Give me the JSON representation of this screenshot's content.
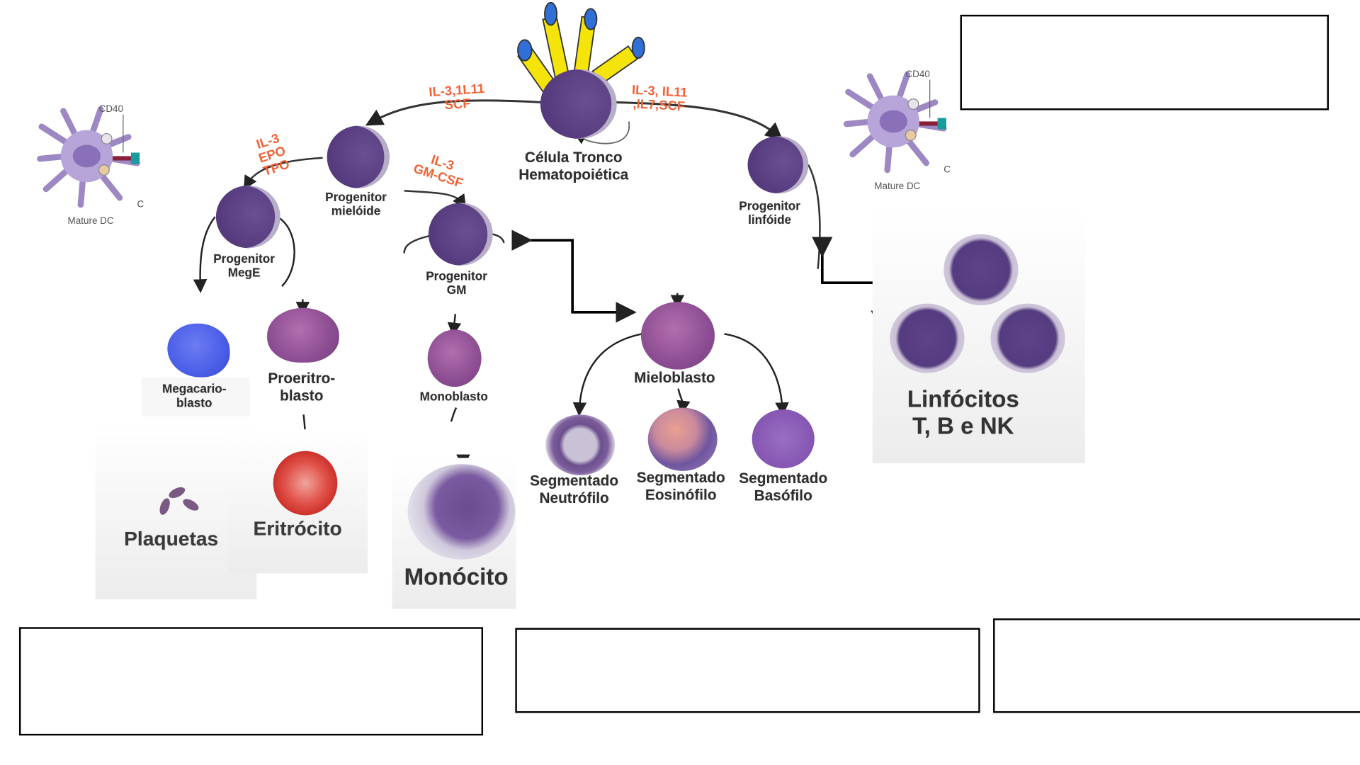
{
  "diagram": {
    "title": "Hematopoiese",
    "stem_cell": {
      "line1": "Célula Tronco",
      "line2": "Hematopoiética"
    },
    "cytokines": {
      "myeloid_path": {
        "line1": "IL-3,1L11",
        "line2": "SCF"
      },
      "lymphoid_path": {
        "line1": "IL-3, IL11",
        "line2": ",IL7,SCF"
      },
      "mege_path": {
        "line1": "IL-3",
        "line2": "EPO",
        "line3": "TPO"
      },
      "gm_path": {
        "line1": "IL-3",
        "line2": "GM-CSF"
      }
    },
    "nodes": {
      "myeloid_progenitor": {
        "line1": "Progenitor",
        "line2": "mielóide"
      },
      "lymphoid_progenitor": {
        "line1": "Progenitor",
        "line2": "linfóide"
      },
      "mege_progenitor": {
        "line1": "Progenitor",
        "line2": "MegE"
      },
      "gm_progenitor": {
        "line1": "Progenitor",
        "line2": "GM"
      },
      "megakaryoblast": {
        "line1": "Megacario-",
        "line2": "blasto"
      },
      "proerythroblast": {
        "line1": "Proeritro-",
        "line2": "blasto"
      },
      "monoblast": {
        "line1": "Monoblasto"
      },
      "myeloblast": {
        "line1": "Mieloblasto"
      },
      "neutrophil": {
        "line1": "Segmentado",
        "line2": "Neutrófilo"
      },
      "eosinophil": {
        "line1": "Segmentado",
        "line2": "Eosinófilo"
      },
      "basophil": {
        "line1": "Segmentado",
        "line2": "Basófilo"
      },
      "platelets": {
        "line1": "Plaquetas"
      },
      "erythrocyte": {
        "line1": "Eritrócito"
      },
      "monocyte": {
        "line1": "Monócito"
      },
      "lymphocytes": {
        "line1": "Linfócitos",
        "line2": "T, B e NK"
      }
    },
    "dendritic_cell_left": {
      "marker": "CD40",
      "caption": "Mature DC",
      "side": "C"
    },
    "dendritic_cell_right": {
      "marker": "CD40",
      "caption": "Mature DC",
      "side": "C"
    },
    "answer_boxes": [
      {
        "id": "box-top-right",
        "text": ""
      },
      {
        "id": "box-bottom-left",
        "text": ""
      },
      {
        "id": "box-bottom-center",
        "text": ""
      },
      {
        "id": "box-bottom-right",
        "text": ""
      }
    ],
    "colors": {
      "cytokine_text": "#f06236",
      "cell_purple": "#5a3f82",
      "receptor_yellow": "#f5e40a",
      "receptor_blue": "#2f6fd6",
      "erythrocyte_red": "#d9342b",
      "megakaryoblast_blue": "#4a5ee8"
    }
  }
}
